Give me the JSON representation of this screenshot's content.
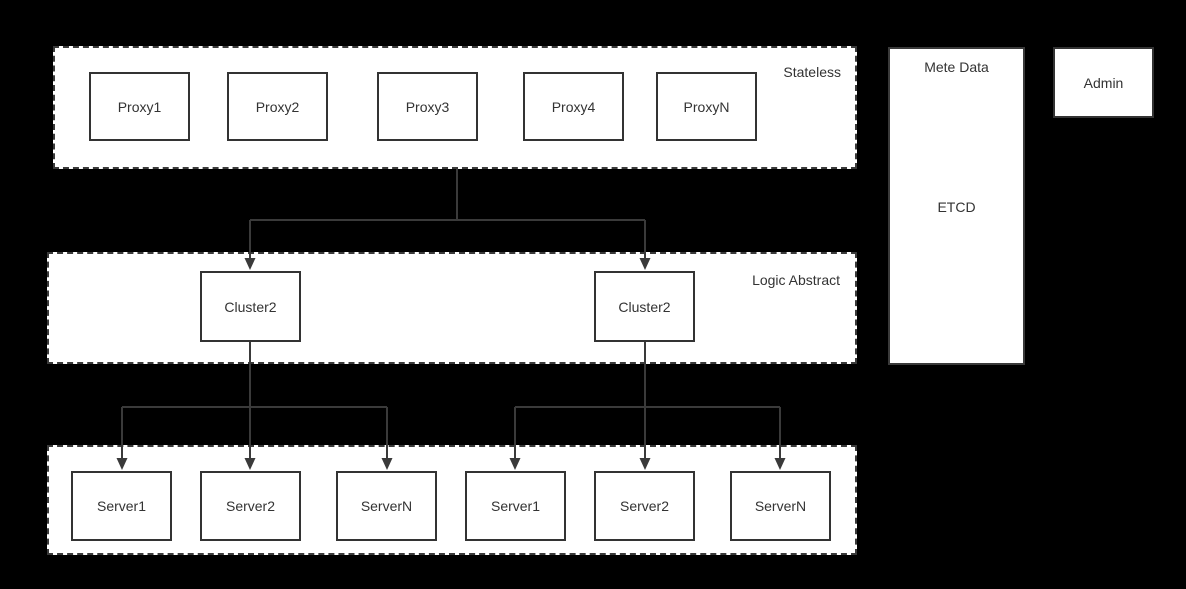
{
  "colors": {
    "background": "#000000",
    "node_fill": "#ffffff",
    "stroke": "#333333",
    "wire": "#3a3a3a"
  },
  "stateless": {
    "label": "Stateless",
    "proxies": [
      "Proxy1",
      "Proxy2",
      "Proxy3",
      "Proxy4",
      "ProxyN"
    ]
  },
  "logic": {
    "label": "Logic Abstract",
    "clusters": [
      "Cluster2",
      "Cluster2"
    ]
  },
  "servers": {
    "group1": [
      "Server1",
      "Server2",
      "ServerN"
    ],
    "group2": [
      "Server1",
      "Server2",
      "ServerN"
    ]
  },
  "meta": {
    "title": "Mete Data",
    "content": "ETCD"
  },
  "admin": {
    "label": "Admin"
  }
}
